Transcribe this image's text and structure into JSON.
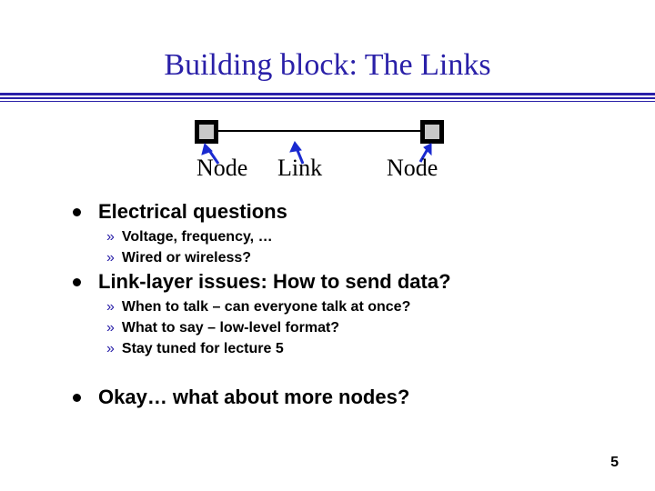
{
  "slide": {
    "title": "Building block:  The Links",
    "page_number": "5"
  },
  "diagram": {
    "node_left_label": "Node",
    "link_label": "Link",
    "node_right_label": "Node"
  },
  "bullets": [
    {
      "text": "Electrical questions",
      "subitems": [
        "Voltage, frequency, …",
        "Wired or wireless?"
      ]
    },
    {
      "text": "Link-layer issues:  How to send data?",
      "subitems": [
        "When to talk – can everyone talk at once?",
        "What to say – low-level format?",
        "Stay tuned for lecture 5"
      ]
    },
    {
      "text": "Okay… what about more nodes?",
      "subitems": []
    }
  ],
  "marker": "»",
  "colors": {
    "title": "#2a20a8",
    "rule": "#2a20a8",
    "arrow": "#1a2ad0",
    "node_fill": "#c8c8c8"
  }
}
